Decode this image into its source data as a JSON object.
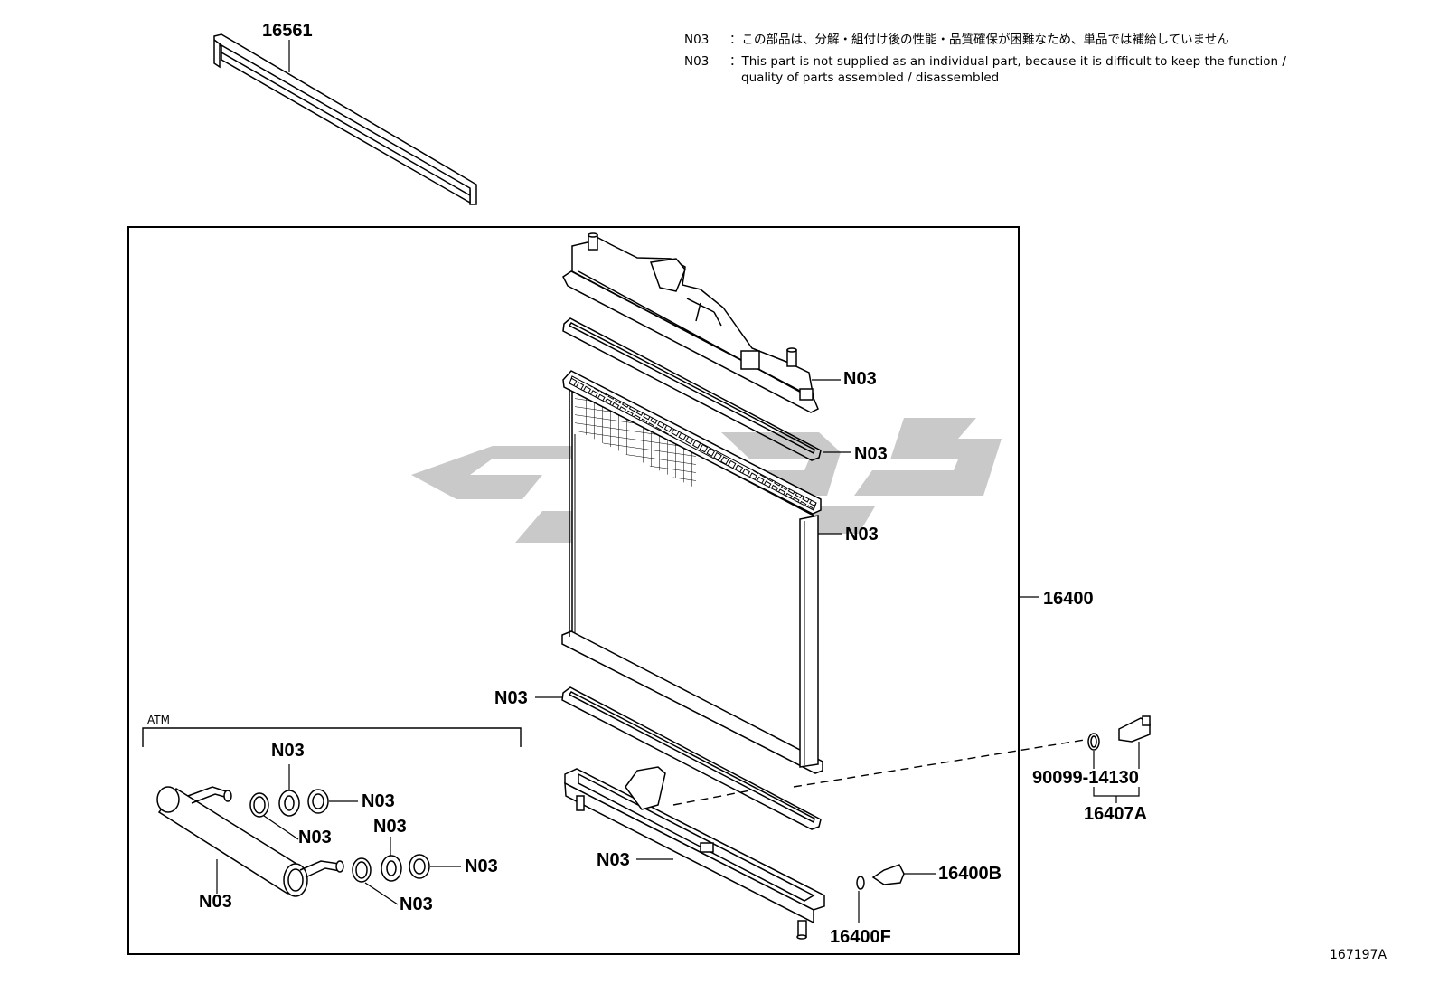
{
  "notes": {
    "code": "N03",
    "separator": "：",
    "jp": "この部品は、分解・組付け後の性能・品質確保が困難なため、単品では補給していません",
    "en_line1": "This part is not supplied as an individual part, because it is difficult to keep the function /",
    "en_line2": "quality of parts assembled / disassembled"
  },
  "group_label": "ATM",
  "illustration_id": "167197A",
  "parts": {
    "p16561": "16561",
    "p16400": "16400",
    "p16400B": "16400B",
    "p16400F": "16400F",
    "p16407A": "16407A",
    "p9009914130": "90099-14130",
    "n03": "N03"
  },
  "colors": {
    "line": "#000000",
    "watermark": "#c9c9c9"
  }
}
